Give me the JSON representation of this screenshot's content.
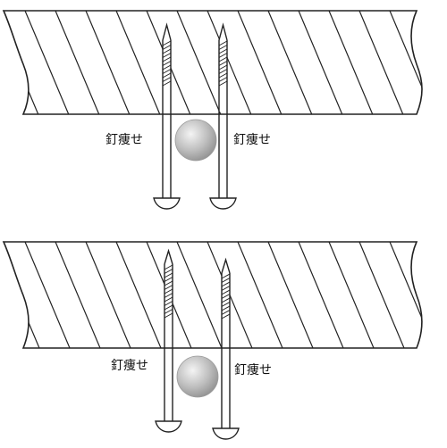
{
  "panels": [
    {
      "id": "top",
      "left_nail_label": "釘痩せ",
      "right_nail_label": "釘痩せ"
    },
    {
      "id": "bottom",
      "left_nail_label": "釘痩せ",
      "right_nail_label": "釘痩せ"
    }
  ],
  "colors": {
    "line": "#222222",
    "board_fill": "#ffffff",
    "nail_fill": "#ffffff",
    "ball_light": "#f2f2f2",
    "ball_dark": "#8a8a8a"
  }
}
